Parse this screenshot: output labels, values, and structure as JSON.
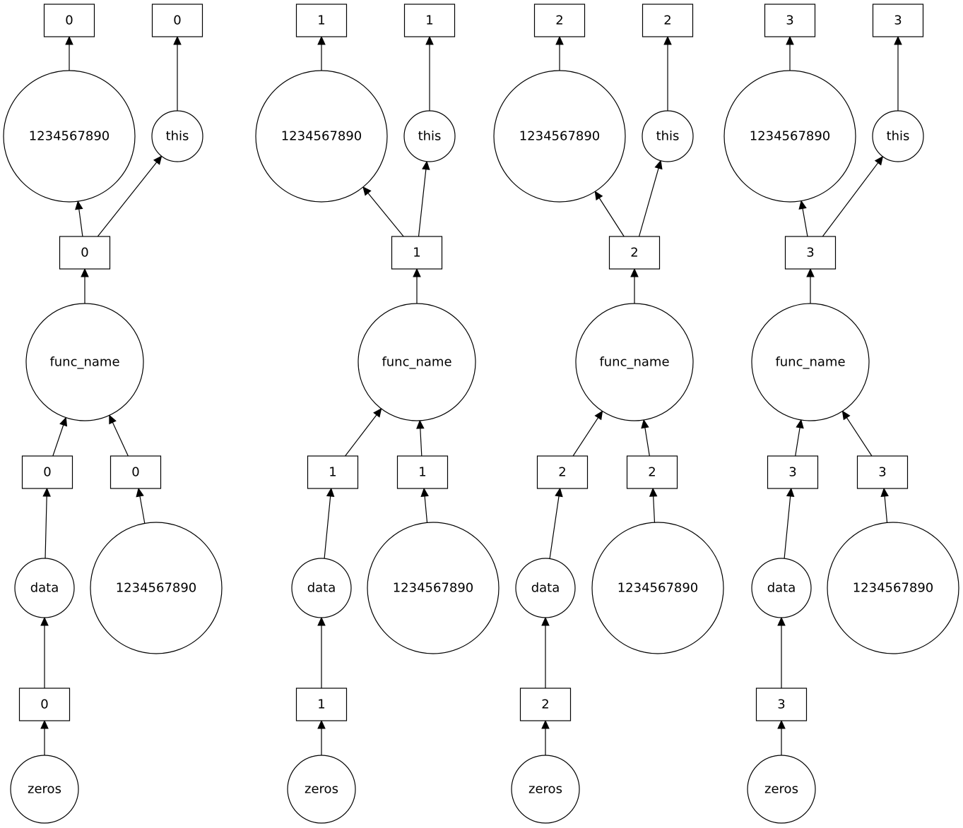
{
  "diagram": {
    "direction": "bottom-to-top",
    "node_shapes": {
      "data": "circle",
      "task": "box"
    },
    "components": [
      {
        "nodes": [
          {
            "id": "top0a",
            "type": "task",
            "label": "0"
          },
          {
            "id": "top0b",
            "type": "task",
            "label": "0"
          },
          {
            "id": "big0",
            "type": "data",
            "label": "1234567890"
          },
          {
            "id": "this0",
            "type": "data",
            "label": "this"
          },
          {
            "id": "mid0",
            "type": "task",
            "label": "0"
          },
          {
            "id": "func0",
            "type": "data",
            "label": "func_name"
          },
          {
            "id": "in0a",
            "type": "task",
            "label": "0"
          },
          {
            "id": "in0b",
            "type": "task",
            "label": "0"
          },
          {
            "id": "data0",
            "type": "data",
            "label": "data"
          },
          {
            "id": "num0",
            "type": "data",
            "label": "1234567890"
          },
          {
            "id": "z0",
            "type": "task",
            "label": "0"
          },
          {
            "id": "zeros0",
            "type": "data",
            "label": "zeros"
          }
        ],
        "edges": [
          [
            "zeros0",
            "z0"
          ],
          [
            "z0",
            "data0"
          ],
          [
            "data0",
            "in0a"
          ],
          [
            "num0",
            "in0b"
          ],
          [
            "in0a",
            "func0"
          ],
          [
            "in0b",
            "func0"
          ],
          [
            "func0",
            "mid0"
          ],
          [
            "mid0",
            "big0"
          ],
          [
            "mid0",
            "this0"
          ],
          [
            "big0",
            "top0a"
          ],
          [
            "this0",
            "top0b"
          ]
        ]
      },
      {
        "nodes": [
          {
            "id": "top1a",
            "type": "task",
            "label": "1"
          },
          {
            "id": "top1b",
            "type": "task",
            "label": "1"
          },
          {
            "id": "big1",
            "type": "data",
            "label": "1234567890"
          },
          {
            "id": "this1",
            "type": "data",
            "label": "this"
          },
          {
            "id": "mid1",
            "type": "task",
            "label": "1"
          },
          {
            "id": "func1",
            "type": "data",
            "label": "func_name"
          },
          {
            "id": "in1a",
            "type": "task",
            "label": "1"
          },
          {
            "id": "in1b",
            "type": "task",
            "label": "1"
          },
          {
            "id": "data1",
            "type": "data",
            "label": "data"
          },
          {
            "id": "num1",
            "type": "data",
            "label": "1234567890"
          },
          {
            "id": "z1",
            "type": "task",
            "label": "1"
          },
          {
            "id": "zeros1",
            "type": "data",
            "label": "zeros"
          }
        ],
        "edges": [
          [
            "zeros1",
            "z1"
          ],
          [
            "z1",
            "data1"
          ],
          [
            "data1",
            "in1a"
          ],
          [
            "num1",
            "in1b"
          ],
          [
            "in1a",
            "func1"
          ],
          [
            "in1b",
            "func1"
          ],
          [
            "func1",
            "mid1"
          ],
          [
            "mid1",
            "big1"
          ],
          [
            "mid1",
            "this1"
          ],
          [
            "big1",
            "top1a"
          ],
          [
            "this1",
            "top1b"
          ]
        ]
      },
      {
        "nodes": [
          {
            "id": "top2a",
            "type": "task",
            "label": "2"
          },
          {
            "id": "top2b",
            "type": "task",
            "label": "2"
          },
          {
            "id": "big2",
            "type": "data",
            "label": "1234567890"
          },
          {
            "id": "this2",
            "type": "data",
            "label": "this"
          },
          {
            "id": "mid2",
            "type": "task",
            "label": "2"
          },
          {
            "id": "func2",
            "type": "data",
            "label": "func_name"
          },
          {
            "id": "in2a",
            "type": "task",
            "label": "2"
          },
          {
            "id": "in2b",
            "type": "task",
            "label": "2"
          },
          {
            "id": "data2",
            "type": "data",
            "label": "data"
          },
          {
            "id": "num2",
            "type": "data",
            "label": "1234567890"
          },
          {
            "id": "z2",
            "type": "task",
            "label": "2"
          },
          {
            "id": "zeros2",
            "type": "data",
            "label": "zeros"
          }
        ],
        "edges": [
          [
            "zeros2",
            "z2"
          ],
          [
            "z2",
            "data2"
          ],
          [
            "data2",
            "in2a"
          ],
          [
            "num2",
            "in2b"
          ],
          [
            "in2a",
            "func2"
          ],
          [
            "in2b",
            "func2"
          ],
          [
            "func2",
            "mid2"
          ],
          [
            "mid2",
            "big2"
          ],
          [
            "mid2",
            "this2"
          ],
          [
            "big2",
            "top2a"
          ],
          [
            "this2",
            "top2b"
          ]
        ]
      },
      {
        "nodes": [
          {
            "id": "top3a",
            "type": "task",
            "label": "3"
          },
          {
            "id": "top3b",
            "type": "task",
            "label": "3"
          },
          {
            "id": "big3",
            "type": "data",
            "label": "1234567890"
          },
          {
            "id": "this3",
            "type": "data",
            "label": "this"
          },
          {
            "id": "mid3",
            "type": "task",
            "label": "3"
          },
          {
            "id": "func3",
            "type": "data",
            "label": "func_name"
          },
          {
            "id": "in3a",
            "type": "task",
            "label": "3"
          },
          {
            "id": "in3b",
            "type": "task",
            "label": "3"
          },
          {
            "id": "data3",
            "type": "data",
            "label": "data"
          },
          {
            "id": "num3",
            "type": "data",
            "label": "1234567890"
          },
          {
            "id": "z3",
            "type": "task",
            "label": "3"
          },
          {
            "id": "zeros3",
            "type": "data",
            "label": "zeros"
          }
        ],
        "edges": [
          [
            "zeros3",
            "z3"
          ],
          [
            "z3",
            "data3"
          ],
          [
            "data3",
            "in3a"
          ],
          [
            "num3",
            "in3b"
          ],
          [
            "in3a",
            "func3"
          ],
          [
            "in3b",
            "func3"
          ],
          [
            "func3",
            "mid3"
          ],
          [
            "mid3",
            "big3"
          ],
          [
            "mid3",
            "this3"
          ],
          [
            "big3",
            "top3a"
          ],
          [
            "this3",
            "top3b"
          ]
        ]
      }
    ]
  }
}
